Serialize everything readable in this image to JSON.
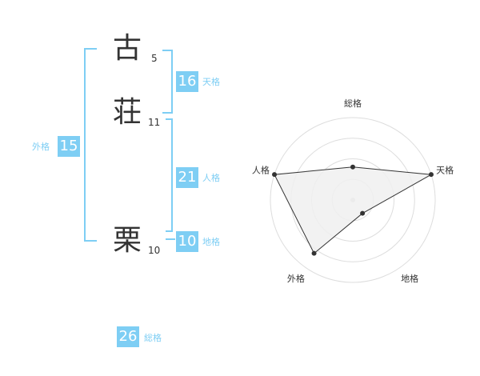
{
  "name": {
    "chars": [
      {
        "char": "古",
        "strokes": "5"
      },
      {
        "char": "荘",
        "strokes": "11"
      },
      {
        "char": "栗",
        "strokes": "10"
      }
    ]
  },
  "fortunes": {
    "tenkaku": {
      "value": "16",
      "label": "天格"
    },
    "jinkaku": {
      "value": "21",
      "label": "人格"
    },
    "chikaku": {
      "value": "10",
      "label": "地格"
    },
    "gaikaku": {
      "value": "15",
      "label": "外格"
    },
    "soukaku": {
      "value": "26",
      "label": "総格"
    }
  },
  "chart_data": {
    "type": "radar",
    "axes": [
      "総格",
      "天格",
      "地格",
      "外格",
      "人格"
    ],
    "values": [
      2,
      5,
      1,
      4,
      5
    ],
    "max": 5,
    "rings": 4,
    "colors": {
      "fill": "#f0f0f0",
      "stroke": "#333333",
      "grid": "#dddddd"
    }
  }
}
